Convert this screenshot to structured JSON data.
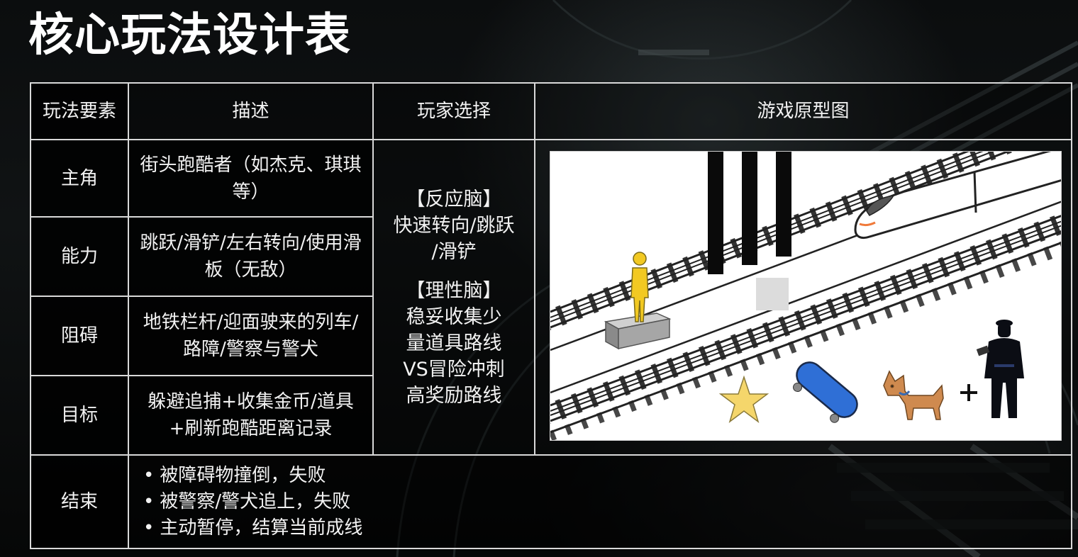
{
  "title": "核心玩法设计表",
  "table": {
    "headers": [
      "玩法要素",
      "描述",
      "玩家选择",
      "游戏原型图"
    ],
    "rows": [
      {
        "element": "主角",
        "description": "街头跑酷者（如杰克、琪琪等）"
      },
      {
        "element": "能力",
        "description": "跳跃/滑铲/左右转向/使用滑板（无敌）"
      },
      {
        "element": "阻碍",
        "description": "地铁栏杆/迎面驶来的列车/路障/警察与警犬"
      },
      {
        "element": "目标",
        "description": "躲避追捕+收集金币/道具+刷新跑酷距离记录"
      },
      {
        "element": "结束",
        "bullets": [
          "被障碍物撞倒，失败",
          "被警察/警犬追上，失败",
          "主动暂停，结算当前成线"
        ]
      }
    ],
    "player_choice": {
      "reaction_title": "【反应脑】",
      "reaction_lines": [
        "快速转向/跳跃",
        "/滑铲"
      ],
      "rational_title": "【理性脑】",
      "rational_lines": [
        "稳妥收集少",
        "量道具路线",
        "VS冒险冲刺",
        "高奖励路线"
      ]
    },
    "prototype": {
      "elements": [
        "yellow-runner-figure",
        "grey-block-barrier",
        "black-barrier-poles",
        "high-speed-train",
        "rail-tracks",
        "gold-star",
        "blue-skateboard",
        "brown-police-dog",
        "plus-sign",
        "police-officer-silhouette"
      ],
      "plus_label": "+"
    }
  },
  "colors": {
    "background": "#050606",
    "border": "#d9d9d9",
    "text": "#f2f2f2",
    "runner": "#f2c922",
    "star": "#f5d66b",
    "skateboard": "#2f6fd6",
    "dog": "#cf8a4f",
    "train_stripe": "#f07a3a"
  }
}
